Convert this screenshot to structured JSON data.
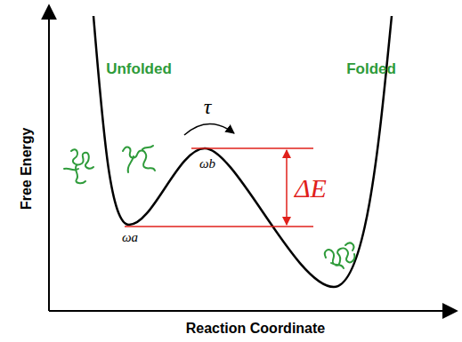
{
  "diagram": {
    "labels": [
      "Unfolded",
      "Folded",
      "τ",
      "ωb",
      "ΔE",
      "ωa",
      "Free Energy",
      "Reaction Coordinate"
    ]
  }
}
